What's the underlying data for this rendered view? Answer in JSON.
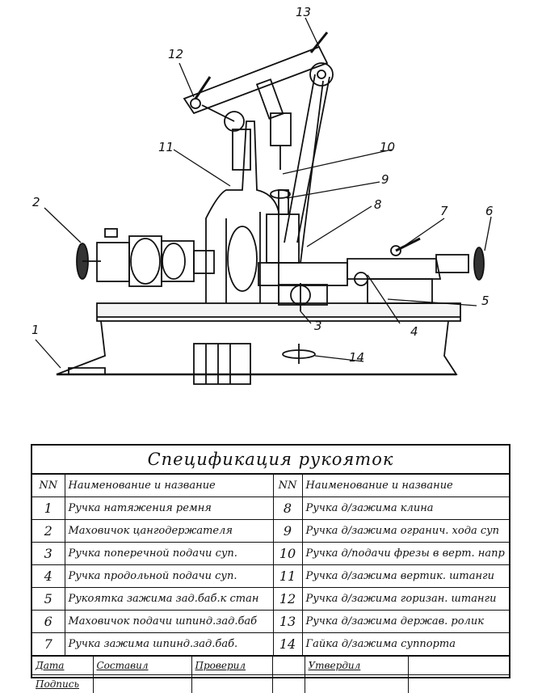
{
  "callouts": [
    "1",
    "2",
    "3",
    "4",
    "5",
    "6",
    "7",
    "8",
    "9",
    "10",
    "11",
    "12",
    "13",
    "14"
  ],
  "spec": {
    "title": "Спецификация   рукояток",
    "col_nn": "NN",
    "col_name": "Наименование и название",
    "col_nn2": "NN",
    "col_name2": "Наименование и название",
    "rows": [
      {
        "n1": "1",
        "t1": "Ручка натяжения ремня",
        "n2": "8",
        "t2": "Ручка д/зажима клина"
      },
      {
        "n1": "2",
        "t1": "Маховичок цангодержателя",
        "n2": "9",
        "t2": "Ручка д/зажима огранич. хода суп"
      },
      {
        "n1": "3",
        "t1": "Ручка поперечной подачи суп.",
        "n2": "10",
        "t2": "Ручка д/подачи фрезы в верт. напр"
      },
      {
        "n1": "4",
        "t1": "Ручка продольной подачи суп.",
        "n2": "11",
        "t2": "Ручка д/зажима вертик. штанги"
      },
      {
        "n1": "5",
        "t1": "Рукоятка зажима зад.баб.к стан",
        "n2": "12",
        "t2": "Ручка д/зажима горизан. штанги"
      },
      {
        "n1": "6",
        "t1": "Маховичок подачи шпинд.зад.баб",
        "n2": "13",
        "t2": "Ручка д/зажима держав. ролик"
      },
      {
        "n1": "7",
        "t1": "Ручка зажима шпинд.зад.баб.",
        "n2": "14",
        "t2": "Гайка д/зажима суппорта"
      }
    ],
    "footer": {
      "date": "Дата",
      "compiled": "Составил",
      "checked": "Проверил",
      "approved": "Утвердил",
      "signature": "Подпись"
    }
  }
}
